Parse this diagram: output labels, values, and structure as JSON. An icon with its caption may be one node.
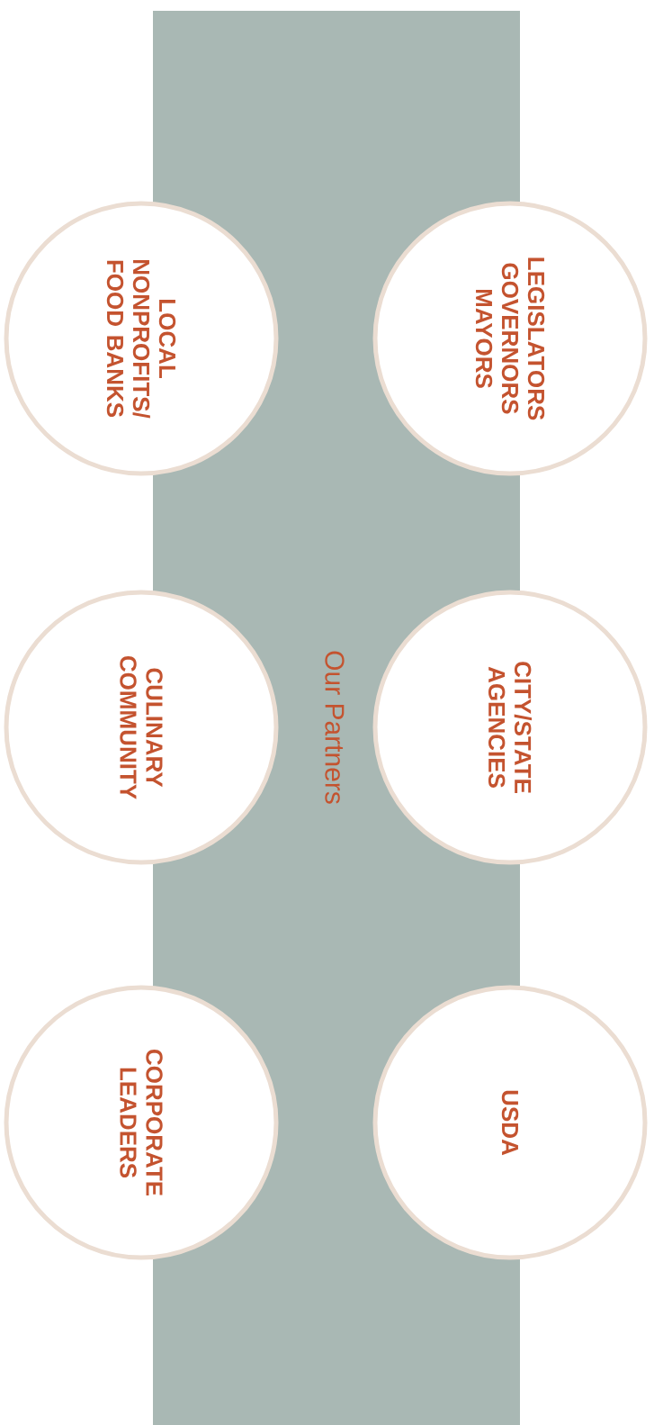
{
  "diagram": {
    "title": "Our Partners",
    "nodes": [
      {
        "text": [
          "LEGISLATORS GOVERNORS MAYORS"
        ]
      },
      {
        "text": [
          "CITY/STATE AGENCIES"
        ]
      },
      {
        "text": [
          "USDA"
        ]
      },
      {
        "text": [
          "LOCAL NONPROFITS/ FOOD BANKS"
        ]
      },
      {
        "text": [
          "CULINARY COMMUNITY"
        ]
      },
      {
        "text": [
          "CORPORATE LEADERS"
        ]
      }
    ]
  }
}
